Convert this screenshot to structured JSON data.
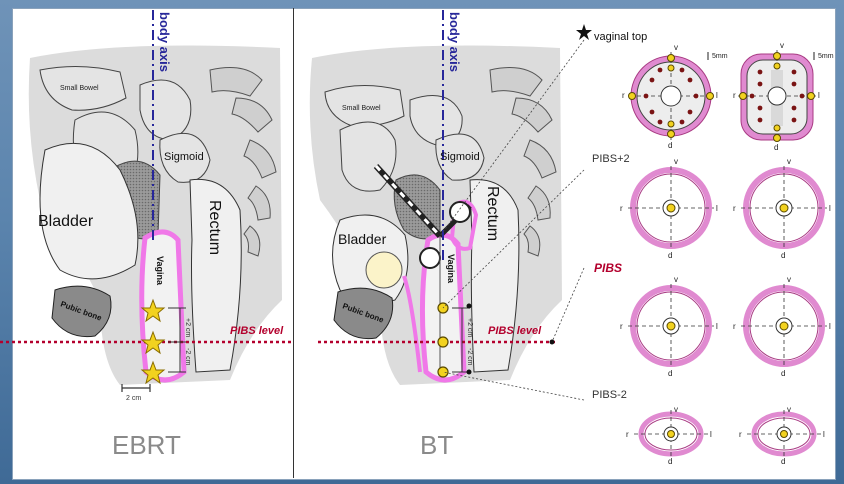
{
  "left_panel": {
    "title": "EBRT",
    "body_axis": "body axis",
    "organs": {
      "small_bowel": "Small Bowel",
      "sigmoid": "Sigmoid",
      "rectum": "Rectum",
      "bladder": "Bladder",
      "vagina": "Vagina",
      "pubic_bone": "Pubic bone"
    },
    "pibs_level": "PIBS level",
    "dim_upper": "+2 cm",
    "dim_lower": "-2 cm",
    "scale_bar": "2 cm"
  },
  "right_panel": {
    "title": "BT",
    "body_axis": "body axis",
    "organs": {
      "small_bowel": "Small Bowel",
      "sigmoid": "Sigmoid",
      "rectum": "Rectum",
      "bladder": "Bladder",
      "vagina": "Vagina",
      "pubic_bone": "Pubic bone"
    },
    "pibs_level": "PIBS level",
    "dim_upper": "+2 cm",
    "dim_lower": "-2 cm"
  },
  "sections": [
    {
      "label": "vaginal top",
      "red": false
    },
    {
      "label": "PIBS+2",
      "red": false
    },
    {
      "label": "PIBS",
      "red": true
    },
    {
      "label": "PIBS-2",
      "red": false
    }
  ],
  "orientation": {
    "v": "v",
    "d": "d",
    "r": "r",
    "l": "l"
  },
  "scale_5mm": "5mm",
  "colors": {
    "pink_contour": "#f078e8",
    "vagina_ring": "#c94b8c",
    "pibs_red": "#b3002d",
    "body_axis_blue": "#27279a",
    "yellow_marker": "#f2d21f"
  }
}
